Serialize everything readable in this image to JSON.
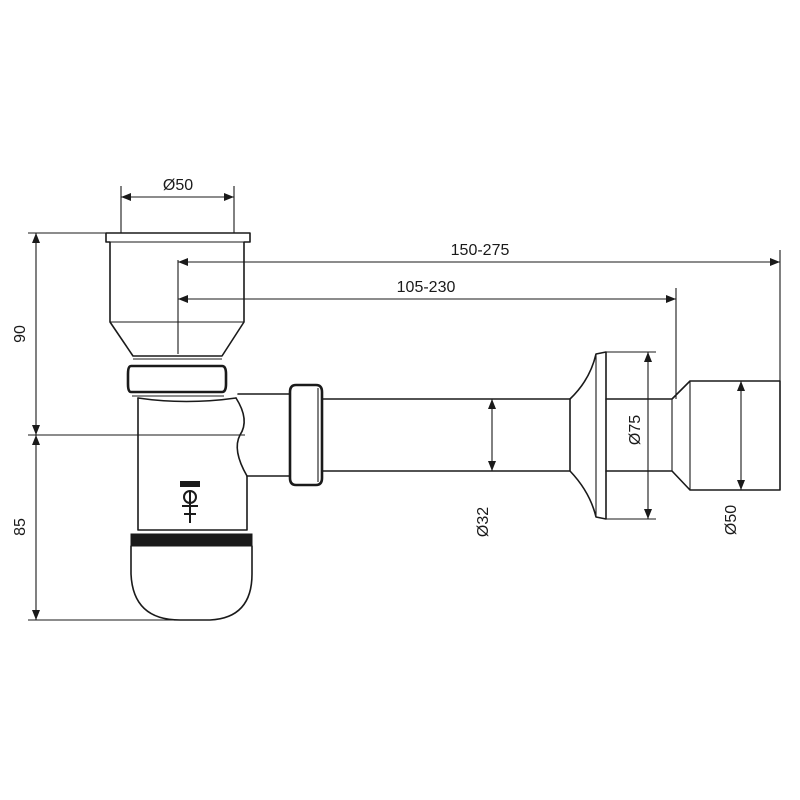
{
  "dimensions": {
    "top_diameter": "Ø50",
    "overall_length": "150-275",
    "inner_length": "105-230",
    "height_upper": "90",
    "height_lower": "85",
    "pipe_diameter": "Ø32",
    "flange_diameter": "Ø75",
    "outlet_diameter": "Ø50"
  }
}
